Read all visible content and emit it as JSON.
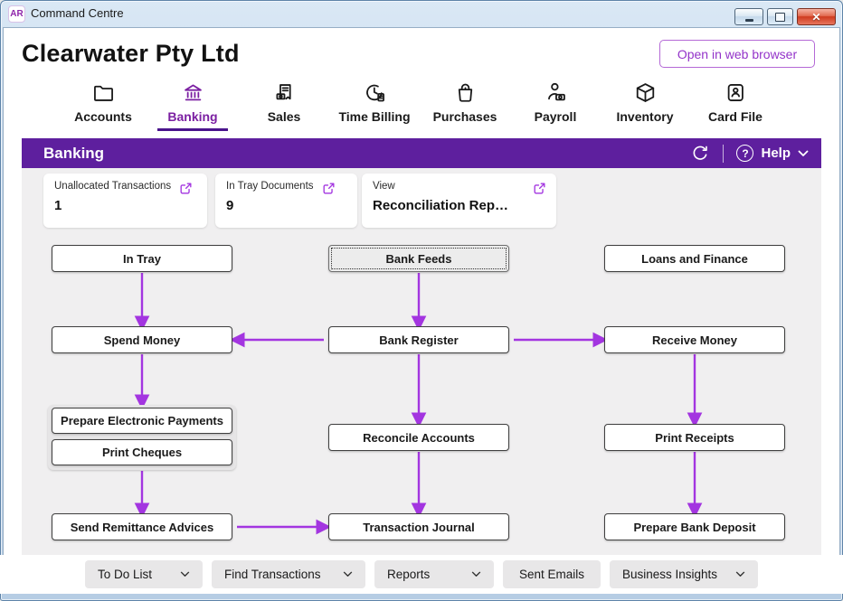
{
  "window": {
    "app_initials": "AR",
    "title": "Command Centre"
  },
  "header": {
    "company_name": "Clearwater Pty Ltd",
    "open_in_web_browser": "Open in web browser"
  },
  "nav": {
    "selected": "Banking",
    "items": [
      {
        "label": "Accounts",
        "icon": "folder-icon"
      },
      {
        "label": "Banking",
        "icon": "bank-icon"
      },
      {
        "label": "Sales",
        "icon": "receipt-cash-icon"
      },
      {
        "label": "Time Billing",
        "icon": "clock-icon"
      },
      {
        "label": "Purchases",
        "icon": "shopping-bag-icon"
      },
      {
        "label": "Payroll",
        "icon": "person-cash-icon"
      },
      {
        "label": "Inventory",
        "icon": "box-icon"
      },
      {
        "label": "Card File",
        "icon": "contact-card-icon"
      }
    ]
  },
  "section_bar": {
    "title": "Banking",
    "help_label": "Help"
  },
  "summary_cards": [
    {
      "title": "Unallocated Transactions",
      "value": "1"
    },
    {
      "title": "In Tray Documents",
      "value": "9"
    },
    {
      "title": "View",
      "value": "Reconciliation Rep…"
    }
  ],
  "flowchart": {
    "buttons": [
      {
        "label": "In Tray"
      },
      {
        "label": "Bank Feeds",
        "focused": true
      },
      {
        "label": "Loans and Finance"
      },
      {
        "label": "Spend Money"
      },
      {
        "label": "Bank Register"
      },
      {
        "label": "Receive Money"
      },
      {
        "label": "Prepare Electronic Payments"
      },
      {
        "label": "Print Cheques"
      },
      {
        "label": "Reconcile Accounts"
      },
      {
        "label": "Print Receipts"
      },
      {
        "label": "Send Remittance Advices"
      },
      {
        "label": "Transaction Journal"
      },
      {
        "label": "Prepare Bank Deposit"
      }
    ]
  },
  "footer": {
    "buttons": [
      {
        "label": "To Do List",
        "chevron": true
      },
      {
        "label": "Find Transactions",
        "chevron": true
      },
      {
        "label": "Reports",
        "chevron": true
      },
      {
        "label": "Sent Emails",
        "chevron": false
      },
      {
        "label": "Business Insights",
        "chevron": true
      }
    ]
  },
  "colors": {
    "brand_purple": "#5e1f9e",
    "accent_purple": "#a335e0",
    "selected_tab_purple": "#7b1fa2",
    "underline_purple": "#4a148c"
  }
}
